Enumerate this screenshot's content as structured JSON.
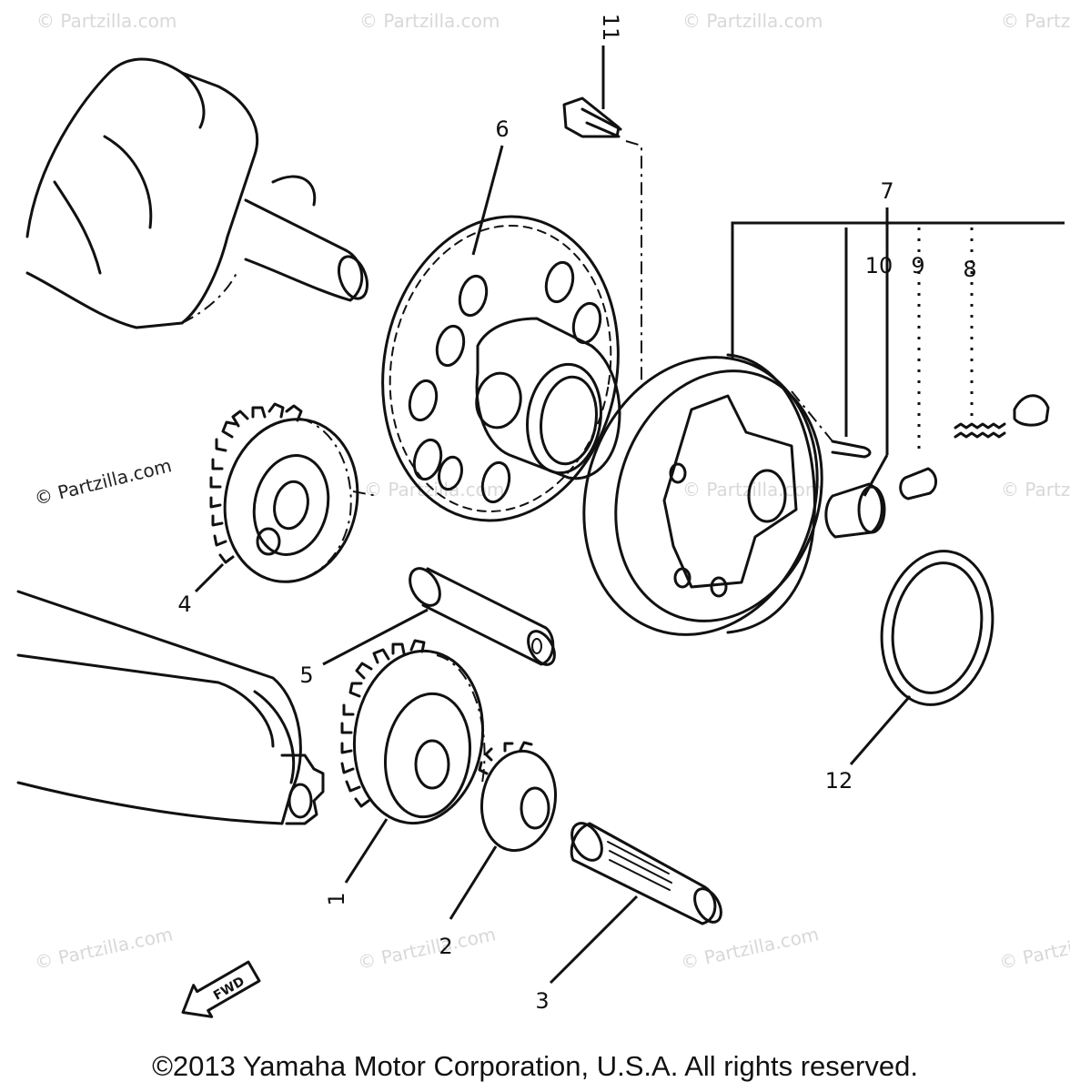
{
  "callouts": [
    "1",
    "2",
    "3",
    "4",
    "5",
    "6",
    "7",
    "8",
    "9",
    "10",
    "11",
    "12"
  ],
  "fwd_label": "FWD",
  "watermark_text": "© Partzilla.com",
  "copyright": "©2013 Yamaha Motor Corporation, U.S.A. All rights reserved."
}
